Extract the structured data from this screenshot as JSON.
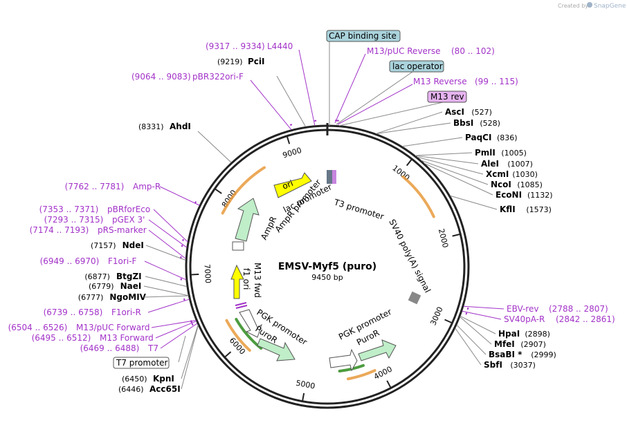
{
  "credit": {
    "prefix": "Created by",
    "brand": "SnapGene"
  },
  "plasmid": {
    "name": "EMSV-Myf5 (puro)",
    "size_label": "9450 bp",
    "length": 9450
  },
  "colors": {
    "backbone": "#222222",
    "feature_arrow": "#bfeec8",
    "ori": "#ffff00",
    "primer": "#a232c8",
    "orange_track": "#e89a3c",
    "green_track": "#2e8b1e",
    "label_line": "#888888",
    "box_blue": "#aad3dc",
    "box_purple": "#e6b3f0"
  },
  "ticks": [
    {
      "pos": 1000,
      "label": "1000"
    },
    {
      "pos": 2000,
      "label": "2000"
    },
    {
      "pos": 3000,
      "label": "3000"
    },
    {
      "pos": 4000,
      "label": "4000"
    },
    {
      "pos": 5000,
      "label": "5000"
    },
    {
      "pos": 6000,
      "label": "6000"
    },
    {
      "pos": 7000,
      "label": "7000"
    },
    {
      "pos": 8000,
      "label": "8000"
    },
    {
      "pos": 9000,
      "label": "9000"
    }
  ],
  "inner_features": {
    "ori": "ori",
    "lac_promoter": "lac promoter",
    "ampr_promoter": "AmpR promoter",
    "ampr": "AmpR",
    "t3_promoter": "T3 promoter",
    "sv40_polya": "SV40 poly(A) signal",
    "m13_fwd": "M13 fwd",
    "f1_ori": "f1 ori",
    "pgk_promoter_1": "PGK promoter",
    "puror_1": "PuroR",
    "pgk_promoter_2": "PGK promoter",
    "puror_2": "PuroR"
  },
  "right_sites": [
    {
      "name": "AscI",
      "pos": "(527)"
    },
    {
      "name": "BbsI",
      "pos": "(528)"
    },
    {
      "name": "PaqCI",
      "pos": "(836)"
    },
    {
      "name": "PmlI",
      "pos": "(1005)"
    },
    {
      "name": "AleI",
      "pos": "(1007)"
    },
    {
      "name": "XcmI",
      "pos": "(1030)"
    },
    {
      "name": "NcoI",
      "pos": "(1085)"
    },
    {
      "name": "EcoNI",
      "pos": "(1132)"
    },
    {
      "name": "KflI",
      "pos": "(1573)"
    }
  ],
  "right_bottom_primers": [
    {
      "name": "EBV-rev",
      "range": "(2788 .. 2807)"
    },
    {
      "name": "SV40pA-R",
      "range": "(2842 .. 2861)"
    }
  ],
  "right_bottom_sites": [
    {
      "name": "HpaI",
      "pos": "(2898)"
    },
    {
      "name": "MfeI",
      "pos": "(2907)"
    },
    {
      "name": "BsaBI *",
      "pos": "(2999)"
    },
    {
      "name": "SbfI",
      "pos": "(3037)"
    }
  ],
  "top_boxes": {
    "cap": "CAP binding site",
    "lac_operator": "lac operator",
    "m13_rev": "M13 rev",
    "t7_promoter": "T7 promoter"
  },
  "top_primers": [
    {
      "name": "M13/pUC Reverse",
      "range": "(80 .. 102)"
    },
    {
      "name": "M13 Reverse",
      "range": "(99 .. 115)"
    }
  ],
  "top_left": {
    "l4440": {
      "range": "(9317 .. 9334)",
      "name": "L4440"
    },
    "pcii": {
      "pos": "(9219)",
      "name": "PciI"
    },
    "pbr322": {
      "range": "(9064 .. 9083)",
      "name": "pBR322ori-F"
    },
    "ahdi": {
      "pos": "(8331)",
      "name": "AhdI"
    }
  },
  "left_items": [
    {
      "kind": "primer",
      "range": "(7762 .. 7781)",
      "name": "Amp-R"
    },
    {
      "kind": "primer",
      "range": "(7353 .. 7371)",
      "name": "pBRforEco"
    },
    {
      "kind": "primer",
      "range": "(7293 .. 7315)",
      "name": "pGEX 3'"
    },
    {
      "kind": "primer",
      "range": "(7174 .. 7193)",
      "name": "pRS-marker"
    },
    {
      "kind": "site",
      "range": "(7157)",
      "name": "NdeI"
    },
    {
      "kind": "primer",
      "range": "(6949 .. 6970)",
      "name": "F1ori-F"
    },
    {
      "kind": "site",
      "range": "(6877)",
      "name": "BtgZI"
    },
    {
      "kind": "site",
      "range": "(6779)",
      "name": "NaeI"
    },
    {
      "kind": "site",
      "range": "(6777)",
      "name": "NgoMIV"
    },
    {
      "kind": "primer",
      "range": "(6739 .. 6758)",
      "name": "F1ori-R"
    },
    {
      "kind": "primer",
      "range": "(6504 .. 6526)",
      "name": "M13/pUC Forward"
    },
    {
      "kind": "primer",
      "range": "(6495 .. 6512)",
      "name": "M13 Forward"
    },
    {
      "kind": "primer",
      "range": "(6469 .. 6488)",
      "name": "T7"
    }
  ],
  "bottom_left_sites": [
    {
      "pos": "(6450)",
      "name": "KpnI"
    },
    {
      "pos": "(6446)",
      "name": "Acc65I"
    }
  ]
}
